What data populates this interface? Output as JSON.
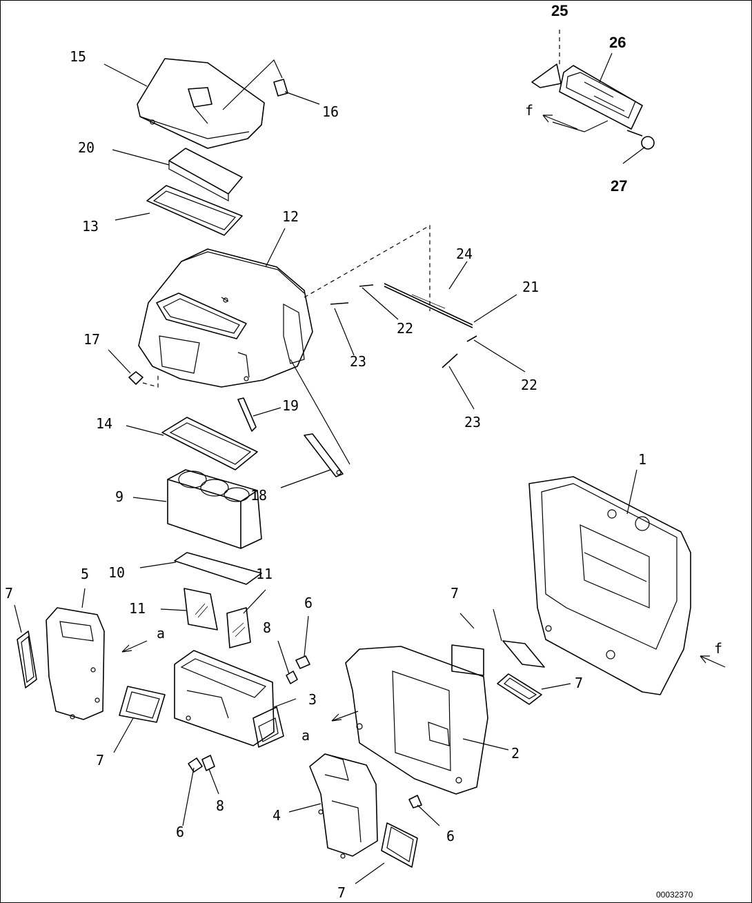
{
  "diagram": {
    "drawing_number": "00032370",
    "view_markers": {
      "a": "a",
      "f": "f"
    },
    "callouts": {
      "c1": "1",
      "c2": "2",
      "c3": "3",
      "c4": "4",
      "c5": "5",
      "c6a": "6",
      "c6b": "6",
      "c6c": "6",
      "c7a": "7",
      "c7b": "7",
      "c7c": "7",
      "c7d": "7",
      "c7e": "7",
      "c8a": "8",
      "c8b": "8",
      "c9": "9",
      "c10": "10",
      "c11a": "11",
      "c11b": "11",
      "c12": "12",
      "c13": "13",
      "c14": "14",
      "c15": "15",
      "c16": "16",
      "c17": "17",
      "c18": "18",
      "c19": "19",
      "c20": "20",
      "c21": "21",
      "c22a": "22",
      "c22b": "22",
      "c23a": "23",
      "c23b": "23",
      "c24": "24",
      "c25": "25",
      "c26": "26",
      "c27": "27"
    }
  }
}
